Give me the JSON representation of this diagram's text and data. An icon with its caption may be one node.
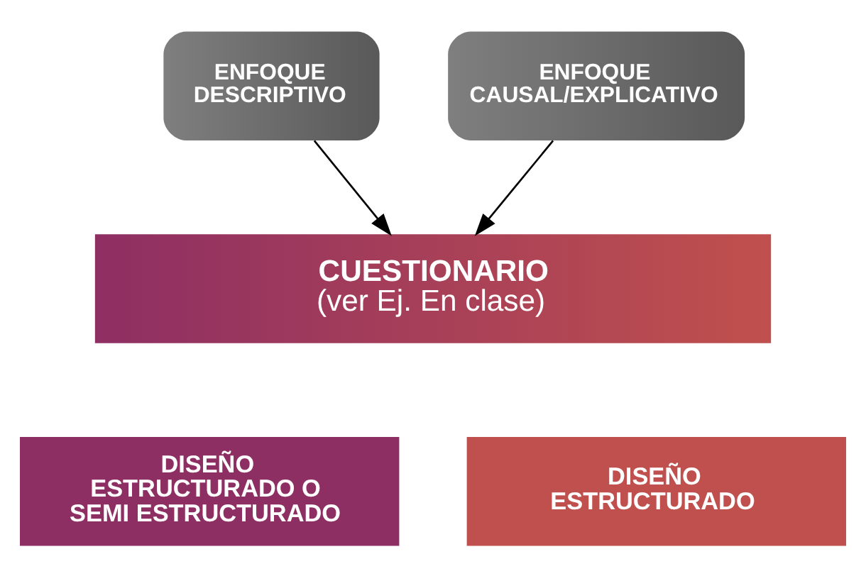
{
  "diagram": {
    "nodes": [
      {
        "text": [
          "ENFOQUE DESCRIPTIVO"
        ]
      },
      {
        "text": [
          "ENFOQUE CAUSAL/EXPLICATIVO"
        ]
      },
      {
        "text": [
          "CUESTIONARIO",
          "(ver Ej. En clase)"
        ]
      },
      {
        "text": [
          "DISEÑO ESTRUCTURADO O SEMI ESTRUCTURADO"
        ]
      },
      {
        "text": [
          "DISEÑO ESTRUCTURADO"
        ]
      }
    ],
    "edges": [
      {
        "from": 0,
        "to": 2,
        "arrow": "to"
      },
      {
        "from": 1,
        "to": 2,
        "arrow": "to"
      }
    ]
  }
}
